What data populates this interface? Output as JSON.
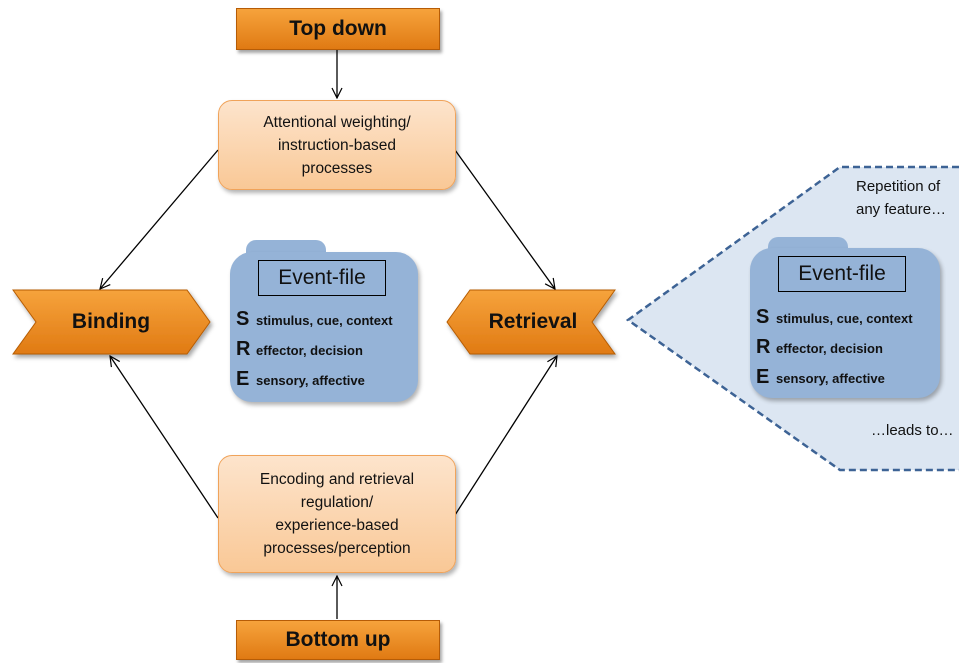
{
  "colors": {
    "banner_fill": "#f08c1e",
    "process_fill": "#fbd7b3",
    "event_file_fill": "#95b3d7",
    "callout_fill": "#dce6f2",
    "callout_border": "#3d6395"
  },
  "top_banner": "Top down",
  "bottom_banner": "Bottom up",
  "top_process": "Attentional weighting/\ninstruction-based\nprocesses",
  "bottom_process": "Encoding and retrieval\nregulation/\nexperience-based\nprocesses/perception",
  "binding": "Binding",
  "retrieval": "Retrieval",
  "event_file": {
    "title": "Event-file",
    "rows": [
      {
        "letter": "S",
        "text": "stimulus, cue, context"
      },
      {
        "letter": "R",
        "text": "effector, decision"
      },
      {
        "letter": "E",
        "text": "sensory, affective"
      }
    ]
  },
  "callout": {
    "line1": "Repetition of",
    "line2": "any feature…",
    "bottom": "…leads to…"
  }
}
